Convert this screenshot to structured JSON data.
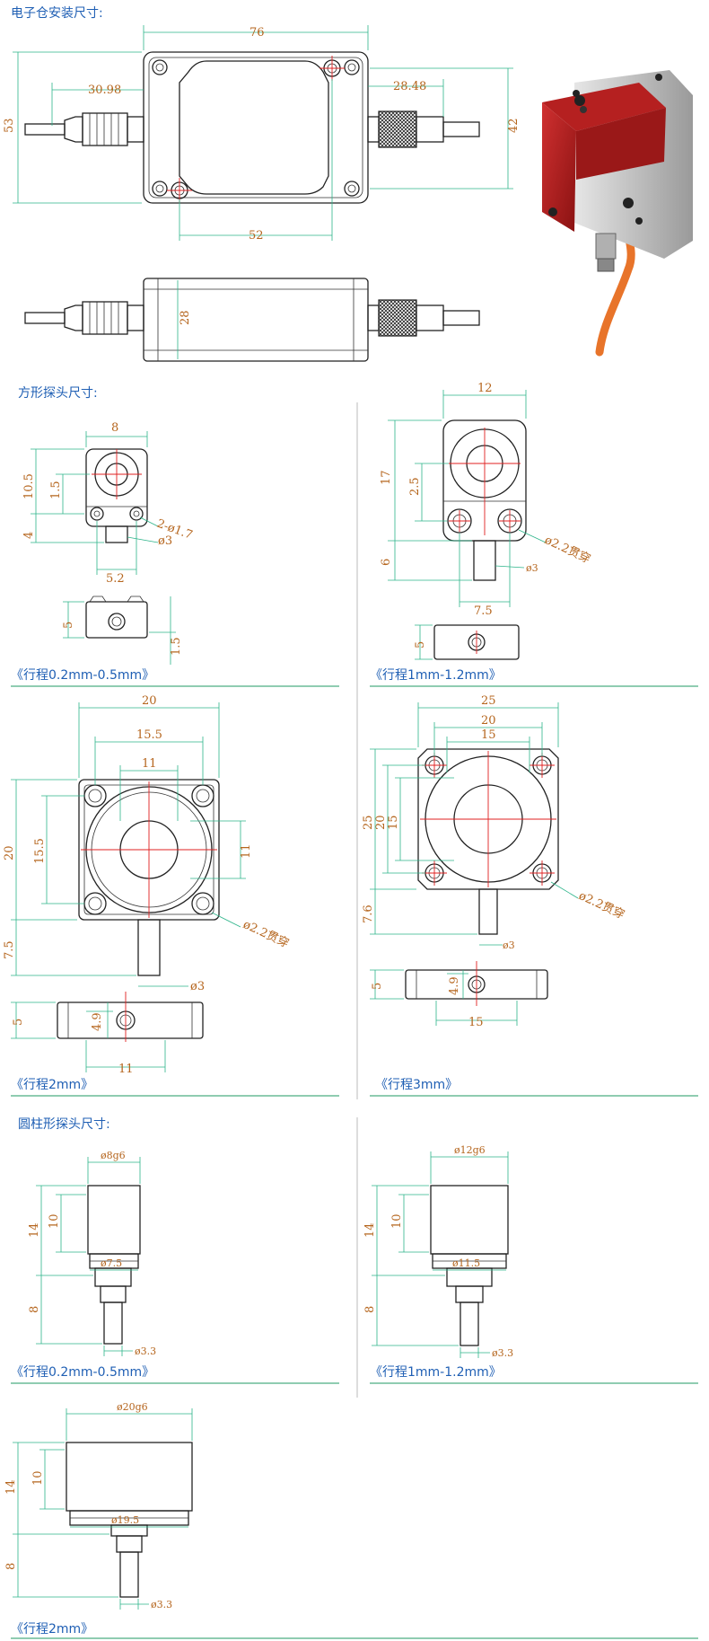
{
  "headings": {
    "electronics": "电子仓安装尺寸:",
    "square_probe": "方形探头尺寸:",
    "cylinder_probe": "圆柱形探头尺寸:"
  },
  "captions": {
    "sq_small": "《行程0.2mm-0.5mm》",
    "sq_mid": "《行程1mm-1.2mm》",
    "sq_2mm": "《行程2mm》",
    "sq_3mm": "《行程3mm》",
    "cy_small": "《行程0.2mm-0.5mm》",
    "cy_mid": "《行程1mm-1.2mm》",
    "cy_2mm": "《行程2mm》"
  },
  "dims": {
    "box_width": "76",
    "box_height": "53",
    "left_connector": "30.98",
    "right_connector": "28.48",
    "box_inner_height": "42",
    "hole_spacing": "52",
    "box_depth": "28",
    "sq1_width": "8",
    "sq1_height": "10.5",
    "sq1_offset": "1.5",
    "sq1_lower": "4",
    "sq1_holes": "2-ø1.7",
    "sq1_stem": "ø3",
    "sq1_hole_pitch": "5.2",
    "sq1_side_h": "5",
    "sq1_side_t": "1.5",
    "sq2_width": "12",
    "sq2_height": "17",
    "sq2_offset": "2.5",
    "sq2_lower": "6",
    "sq2_holes": "ø2.2贯穿",
    "sq2_stem": "ø3",
    "sq2_hole_pitch": "7.5",
    "sq2_side_h": "5",
    "sq3_width": "20",
    "sq3_pitch": "15.5",
    "sq3_inner": "11",
    "sq3_height": "20",
    "sq3_vpitch": "15.5",
    "sq3_vinner": "11",
    "sq3_lower": "7.5",
    "sq3_holes": "ø2.2贯穿",
    "sq3_stem": "ø3",
    "sq3_side_h": "5",
    "sq3_side_c": "4.9",
    "sq3_side_w": "11",
    "sq4_width": "25",
    "sq4_pitch": "20",
    "sq4_inner": "15",
    "sq4_h1": "25",
    "sq4_h2": "20",
    "sq4_h3": "15",
    "sq4_lower": "7.6",
    "sq4_holes": "ø2.2贯穿",
    "sq4_stem": "ø3",
    "sq4_side_h": "5",
    "sq4_side_c": "4.9",
    "sq4_side_w": "15",
    "cy1_d": "ø8g6",
    "cy1_h": "14",
    "cy1_h2": "10",
    "cy1_shoulder": "ø7.5",
    "cy1_stem_l": "8",
    "cy1_stem": "ø3.3",
    "cy2_d": "ø12g6",
    "cy2_h": "14",
    "cy2_h2": "10",
    "cy2_shoulder": "ø11.5",
    "cy2_stem_l": "8",
    "cy2_stem": "ø3.3",
    "cy3_d": "ø20g6",
    "cy3_h": "14",
    "cy3_h2": "10",
    "cy3_shoulder": "ø19.5",
    "cy3_stem_l": "8",
    "cy3_stem": "ø3.3"
  }
}
